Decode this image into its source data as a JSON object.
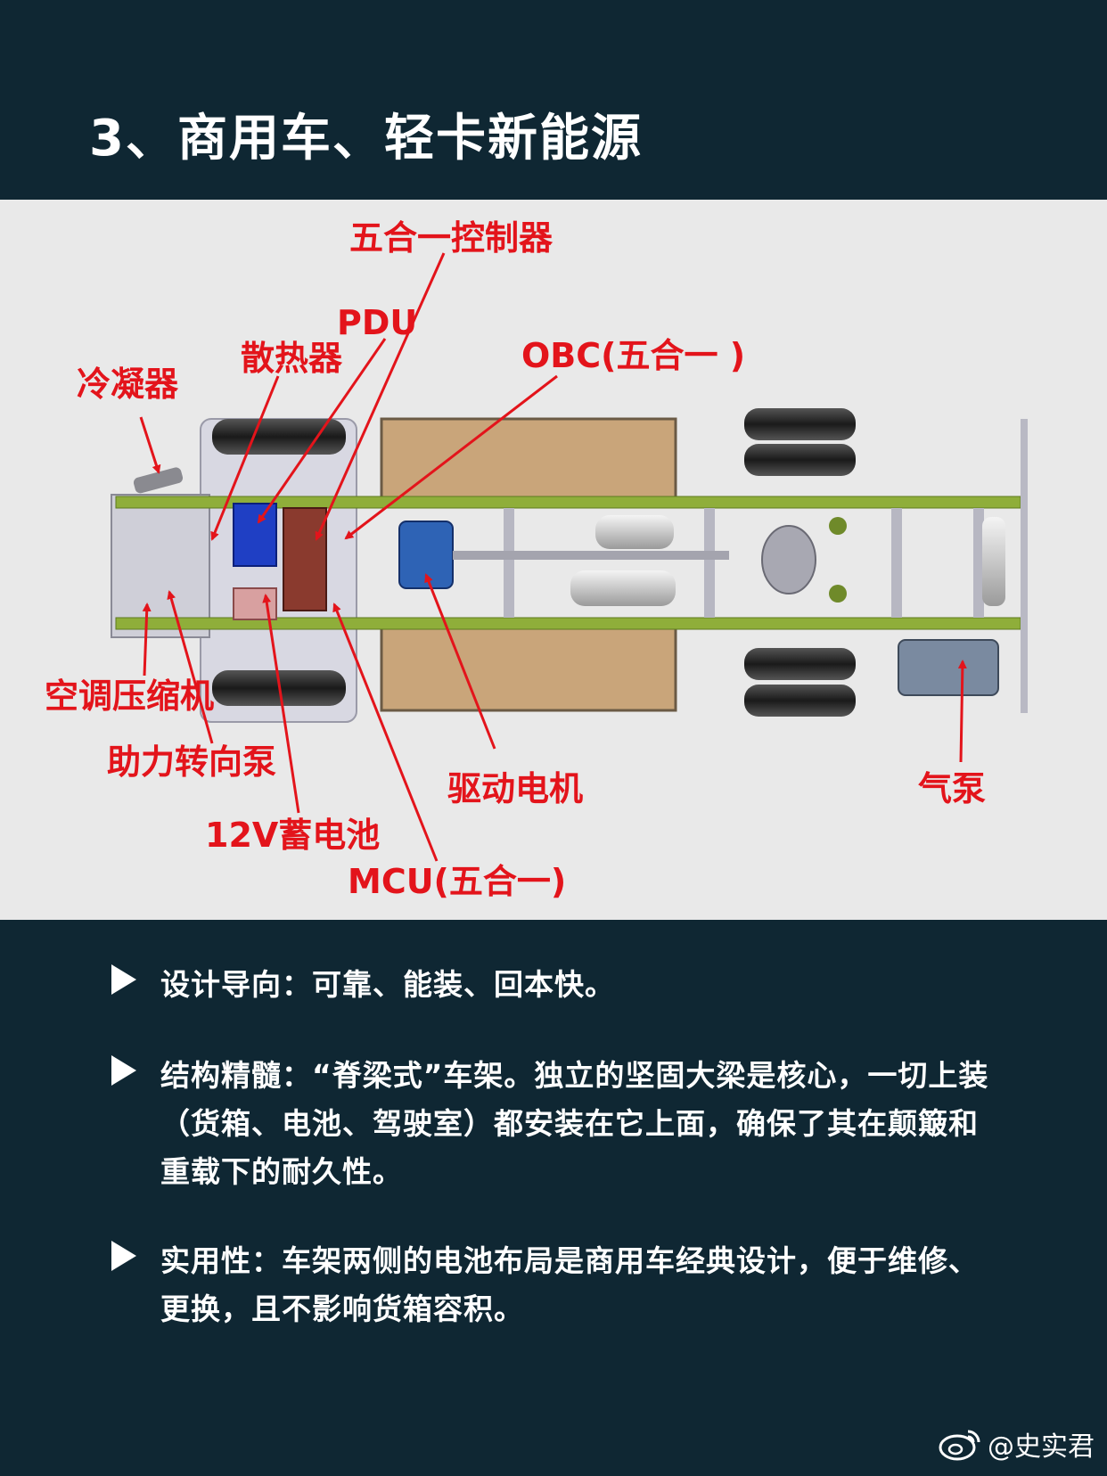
{
  "title": "3、商用车、轻卡新能源",
  "diagram": {
    "labels": {
      "five_in_one_controller": "五合一控制器",
      "pdu": "PDU",
      "radiator": "散热器",
      "obc": "OBC(五合一 )",
      "condenser": "冷凝器",
      "ac_compressor": "空调压缩机",
      "power_steering_pump": "助力转向泵",
      "battery_12v": "12V蓄电池",
      "mcu": "MCU(五合一)",
      "drive_motor": "驱动电机",
      "air_pump": "气泵"
    },
    "label_color": "#e3141b",
    "frame_color": "#8fae3a",
    "battery_pack_color": "#c9a57a"
  },
  "bullets": [
    {
      "text": "设计导向：可靠、能装、回本快。"
    },
    {
      "text": "结构精髓：“脊梁式”车架。独立的坚固大梁是核心，一切上装（货箱、电池、驾驶室）都安装在它上面，确保了其在颠簸和重载下的耐久性。"
    },
    {
      "text": "实用性：车架两侧的电池布局是商用车经典设计，便于维修、更换，且不影响货箱容积。"
    }
  ],
  "watermark": {
    "text": "@史实君",
    "icon": "weibo-icon"
  }
}
